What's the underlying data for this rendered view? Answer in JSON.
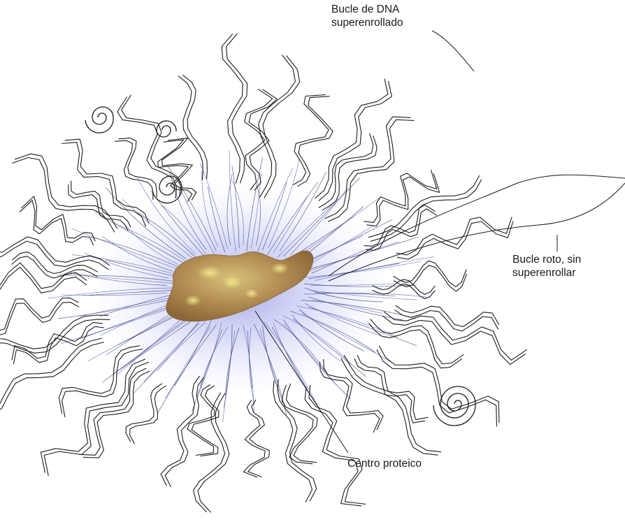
{
  "labels": {
    "supercoiled_loop": [
      "Bucle de DNA",
      "superenrollado"
    ],
    "broken_loop": [
      "Bucle roto, sin",
      "superenrollar"
    ],
    "protein_core": "Centro proteico"
  },
  "colors": {
    "background": "#ffffff",
    "strand": "#1c1c1c",
    "halo": "#6f78d8",
    "core": "#b08a52",
    "core_highlight": "#e3d37a"
  }
}
